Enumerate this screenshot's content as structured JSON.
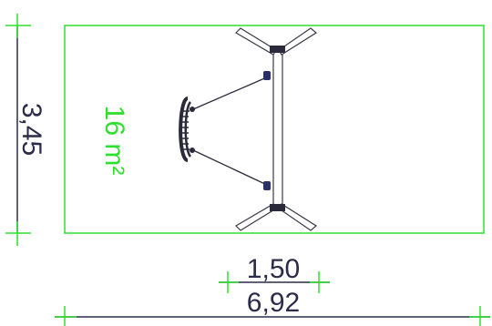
{
  "dimensions": {
    "height": "3,45",
    "swing_width": "1,50",
    "total_width": "6,92"
  },
  "area": {
    "value": "16 m²"
  },
  "colors": {
    "boundary": "#2ee02e",
    "dimension_line": "#2b2b4a",
    "frame": "#3a3a4a",
    "seat": "#2a2a3a",
    "hardware": "#2a2f6a"
  }
}
